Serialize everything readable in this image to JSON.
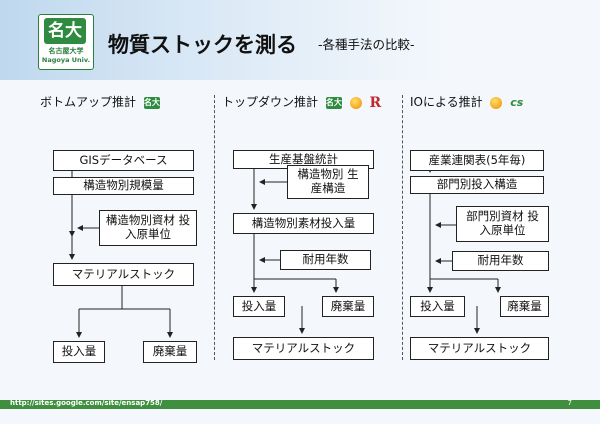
{
  "title": {
    "main": "物質ストックを測る",
    "sub": "-各種手法の比較-"
  },
  "logo": {
    "mark_text": "名大",
    "line_ja": "名古屋大学",
    "line_en": "Nagoya Univ."
  },
  "columns": [
    {
      "heading": "ボトムアップ推計",
      "icons": [
        "univ-icon"
      ],
      "boxes": [
        "GISデータベース",
        "構造物別規模量",
        "構造物別資材 投入原単位",
        "マテリアルストック",
        "投入量",
        "廃棄量"
      ]
    },
    {
      "heading": "トップダウン推計",
      "icons": [
        "univ-icon",
        "database-icon",
        "r-icon"
      ],
      "boxes": [
        "生産基盤統計",
        "構造物別 生産構造",
        "構造物別素材投入量",
        "耐用年数",
        "投入量",
        "廃棄量",
        "マテリアルストック"
      ]
    },
    {
      "heading": "IOによる推計",
      "icons": [
        "database-icon",
        "cs-icon"
      ],
      "boxes": [
        "産業連関表(5年毎)",
        "部門別投入構造",
        "部門別資材 投入原単位",
        "耐用年数",
        "投入量",
        "廃棄量",
        "マテリアルストック"
      ]
    }
  ],
  "footer": {
    "url": "http://sites.google.com/site/ensap758/",
    "page": "7"
  },
  "colors": {
    "header_band": "#bfd8ee",
    "footer_bar": "#3f8f3f",
    "logo_green": "#2f8b3f",
    "r_red": "#c1272d"
  }
}
